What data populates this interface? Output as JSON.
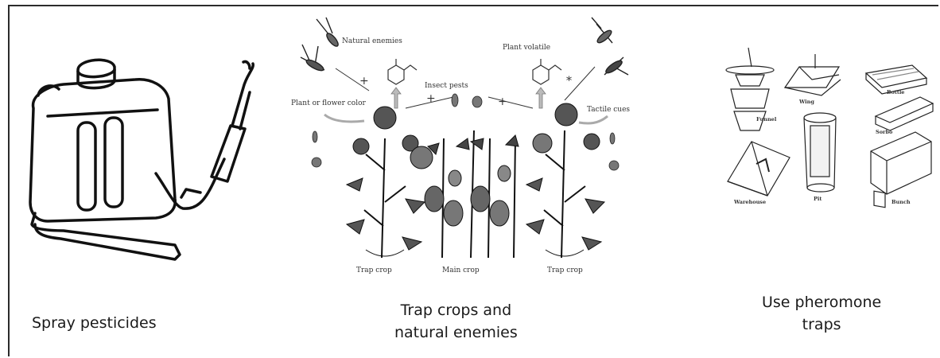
{
  "panels": [
    {
      "id": "spray",
      "caption_lines": [
        "Spray pesticides"
      ]
    },
    {
      "id": "trap-crops",
      "caption_lines": [
        "Trap crops and",
        "natural enemies"
      ],
      "labels": {
        "natural_enemies": "Natural enemies",
        "plant_volatile": "Plant volatile",
        "insect_pests": "Insect pests",
        "plant_or_flower_color": "Plant or flower color",
        "tactile_cues": "Tactile cues",
        "trap_crop_left": "Trap crop",
        "main_crop": "Main crop",
        "trap_crop_right": "Trap crop",
        "plus": "+",
        "star": "*"
      }
    },
    {
      "id": "pheromone",
      "caption_lines": [
        "Use pheromone",
        "traps"
      ],
      "trap_labels": {
        "funnel": "Funnel",
        "wing": "Wing",
        "bottle": "Bottle",
        "sorbo": "Sorbo",
        "warehouse": "Warehouse",
        "pit": "Pit",
        "bunch": "Bunch"
      }
    }
  ]
}
